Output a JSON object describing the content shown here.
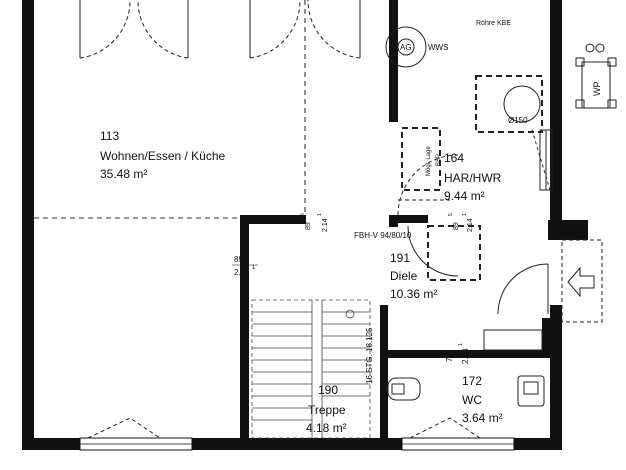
{
  "rooms": {
    "living": {
      "number": "113",
      "name": "Wohnen/Essen / Küche",
      "area": "35.48 m²"
    },
    "utility": {
      "number": "164",
      "name": "HAR/HWR",
      "area": "9.44 m²"
    },
    "hall": {
      "number": "191",
      "name": "Diele",
      "area": "10.36 m²"
    },
    "stairs": {
      "number": "190",
      "name": "Treppe",
      "area": "4.18 m²"
    },
    "wc": {
      "number": "172",
      "name": "WC",
      "area": "3.64 m²"
    }
  },
  "annotations": {
    "roehre": "Röhre KBE",
    "ag": "AG",
    "wws": "WWS",
    "diameter": "Ø150",
    "moegl": "Mögl. Lage",
    "bsp": "BSP",
    "fbh": "FBH-V 94/80/10",
    "stg": "16 STG. 18.125",
    "wp": "WP"
  },
  "openings": [
    {
      "w": "89",
      "sup": "5",
      "h": "2.14",
      "hsup": "1"
    },
    {
      "w": "89",
      "sup": "5",
      "h": "2.14",
      "hsup": "1"
    },
    {
      "w": "89",
      "sup": "5",
      "h": "2.14",
      "hsup": "1"
    },
    {
      "w": "77",
      "sup": "",
      "h": "2.14",
      "hsup": "1"
    }
  ]
}
